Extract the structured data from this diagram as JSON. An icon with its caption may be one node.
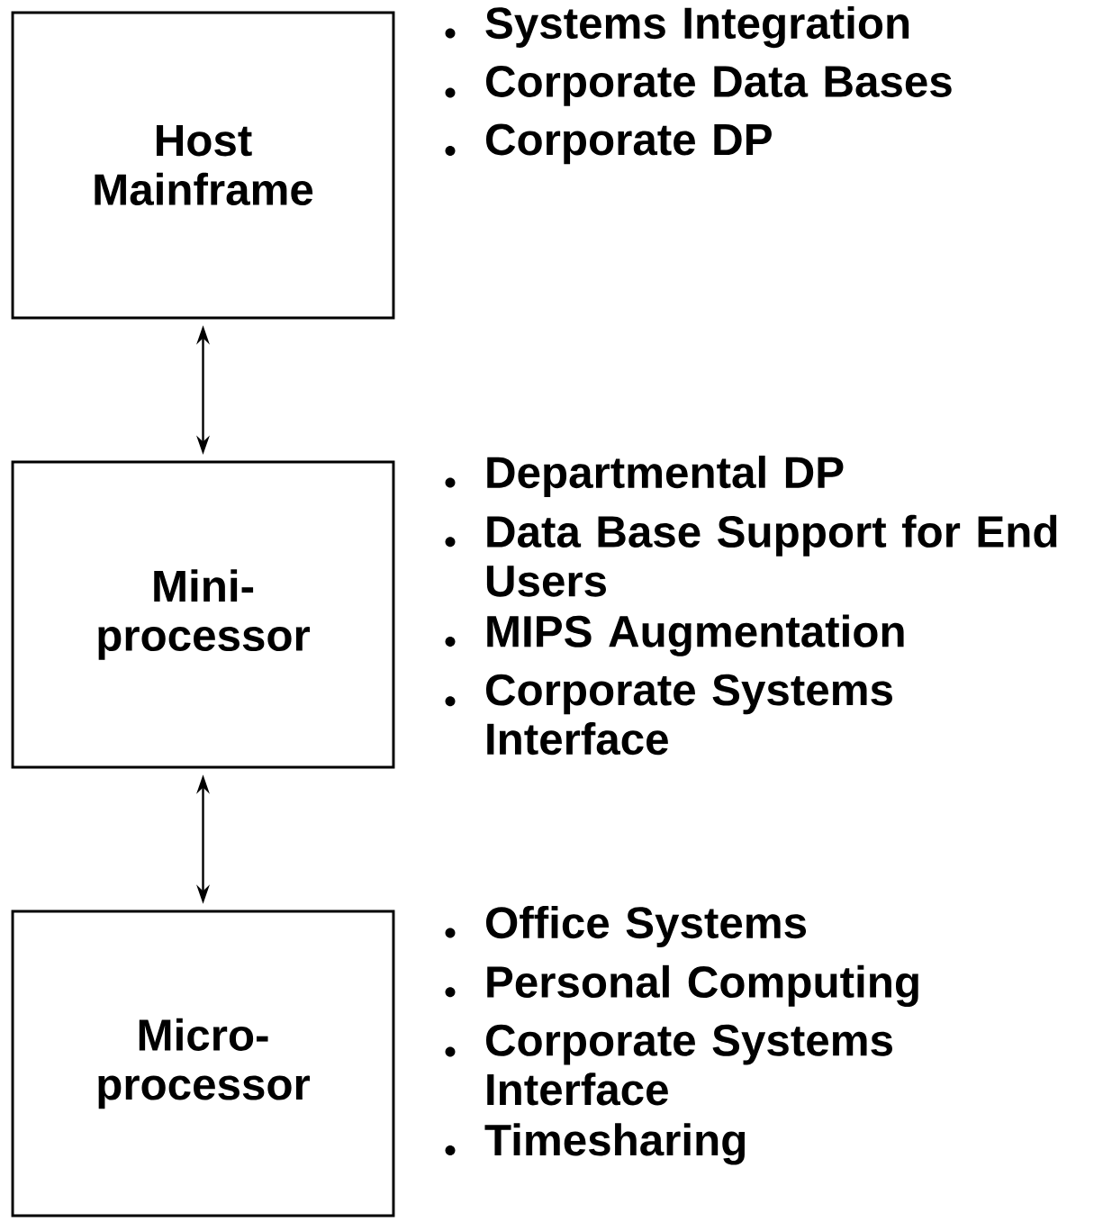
{
  "diagram": {
    "nodes": [
      {
        "text": [
          "Host Mainframe"
        ],
        "beside": [
          "Systems Integration",
          "Corporate Data Bases",
          "Corporate DP"
        ]
      },
      {
        "text": [
          "Mini- processor"
        ],
        "beside": [
          "Departmental DP",
          "Data Base Support for End Users",
          "MIPS Augmentation",
          "Corporate Systems Interface"
        ]
      },
      {
        "text": [
          "Micro- processor"
        ],
        "beside": [
          "Office Systems",
          "Personal Computing",
          "Corporate Systems Interface",
          "Timesharing"
        ]
      }
    ],
    "edges": [
      {
        "from": 0,
        "to": 1,
        "arrow": "both"
      },
      {
        "from": 1,
        "to": 2,
        "arrow": "both"
      }
    ]
  }
}
